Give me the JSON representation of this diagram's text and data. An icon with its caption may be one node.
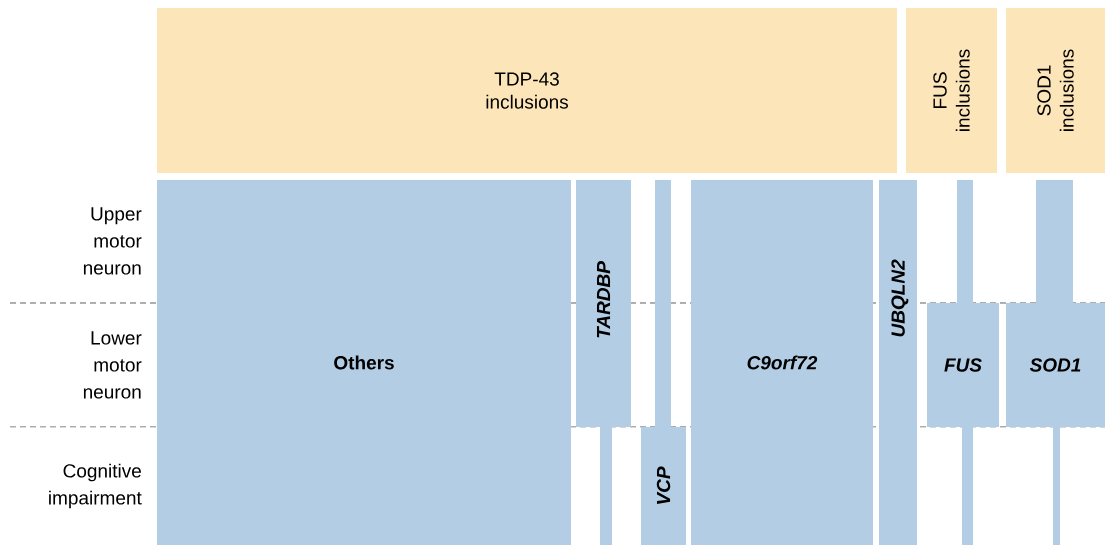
{
  "diagram": {
    "nodes": [
      {
        "text": [
          "TDP-43 inclusions"
        ]
      },
      {
        "text": [
          "FUS inclusions"
        ]
      },
      {
        "text": [
          "SOD1 inclusions"
        ]
      },
      {
        "text": [
          "Others"
        ]
      },
      {
        "text": [
          "TARDBP"
        ]
      },
      {
        "text": [],
        "shape": "bar"
      },
      {
        "text": [
          "C9orf72"
        ]
      },
      {
        "text": [
          "UBQLN2"
        ]
      },
      {
        "text": [],
        "shape": "bar"
      },
      {
        "text": [],
        "shape": "bar"
      },
      {
        "text": [
          "FUS"
        ]
      },
      {
        "text": [
          "SOD1"
        ]
      },
      {
        "text": [],
        "shape": "bar"
      },
      {
        "text": [
          "VCP"
        ]
      },
      {
        "text": [],
        "shape": "bar"
      },
      {
        "text": [],
        "shape": "bar"
      }
    ],
    "labels": [
      "Upper motor neuron",
      "Lower motor neuron",
      "Cognitive impairment"
    ]
  }
}
